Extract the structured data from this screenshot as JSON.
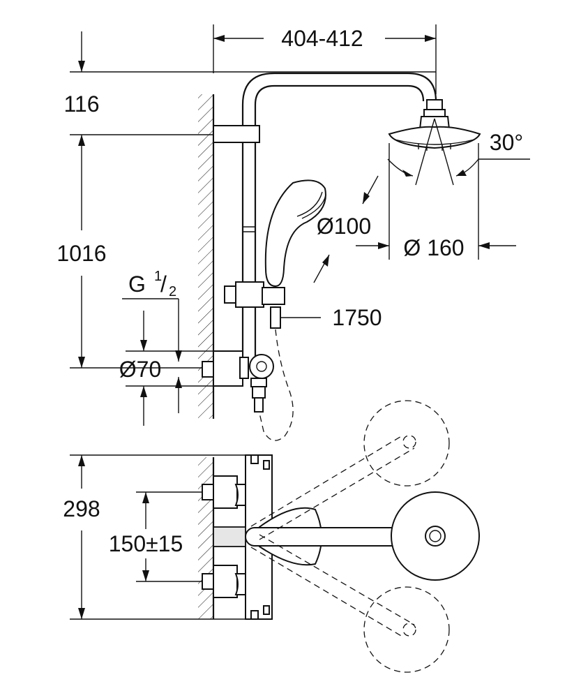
{
  "dimensions": {
    "head_offset": "404-412",
    "top_offset": "116",
    "height_to_arm": "1016",
    "thread_prefix": "G",
    "thread_num": "1",
    "thread_den": "2",
    "outlet_diameter": "Ø70",
    "hose_length": "1750",
    "hand_shower_diameter": "Ø100",
    "head_shower_diameter": "Ø 160",
    "tilt_angle": "30°",
    "mixer_height": "298",
    "inlet_spacing": "150±15"
  }
}
